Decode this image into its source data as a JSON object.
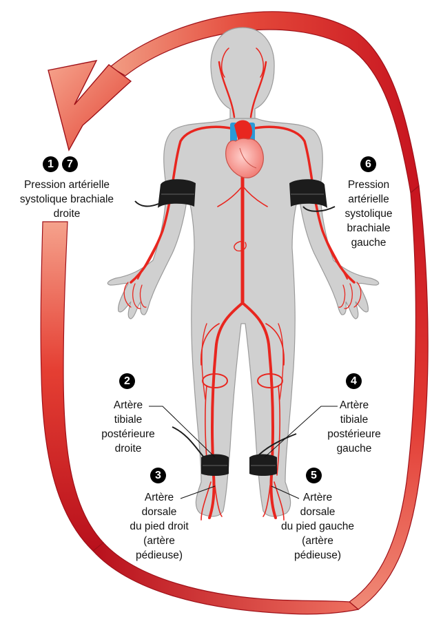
{
  "colors": {
    "arrow_red": "#d4202a",
    "arrow_light": "#f19c83",
    "artery": "#e8261f",
    "body_fill": "#d0d0d0",
    "body_stroke": "#999999",
    "cuff": "#1c1c1c",
    "vein_blue": "#2a9ad8",
    "badge": "#000000"
  },
  "badges": {
    "b1": "1",
    "b7": "7",
    "b6": "6",
    "b2": "2",
    "b4": "4",
    "b3": "3",
    "b5": "5"
  },
  "labels": {
    "right_brachial": [
      "Pression artérielle",
      "systolique brachiale",
      "droite"
    ],
    "left_brachial": [
      "Pression",
      "artérielle",
      "systolique",
      "brachiale",
      "gauche"
    ],
    "right_tibial": [
      "Artère",
      "tibiale",
      "postérieure",
      "droite"
    ],
    "left_tibial": [
      "Artère",
      "tibiale",
      "postérieure",
      "gauche"
    ],
    "right_dorsal": [
      "Artère",
      "dorsale",
      "du pied droit",
      "(artère",
      "pédieuse)"
    ],
    "left_dorsal": [
      "Artère",
      "dorsale",
      "du pied gauche",
      "(artère",
      "pédieuse)"
    ]
  }
}
